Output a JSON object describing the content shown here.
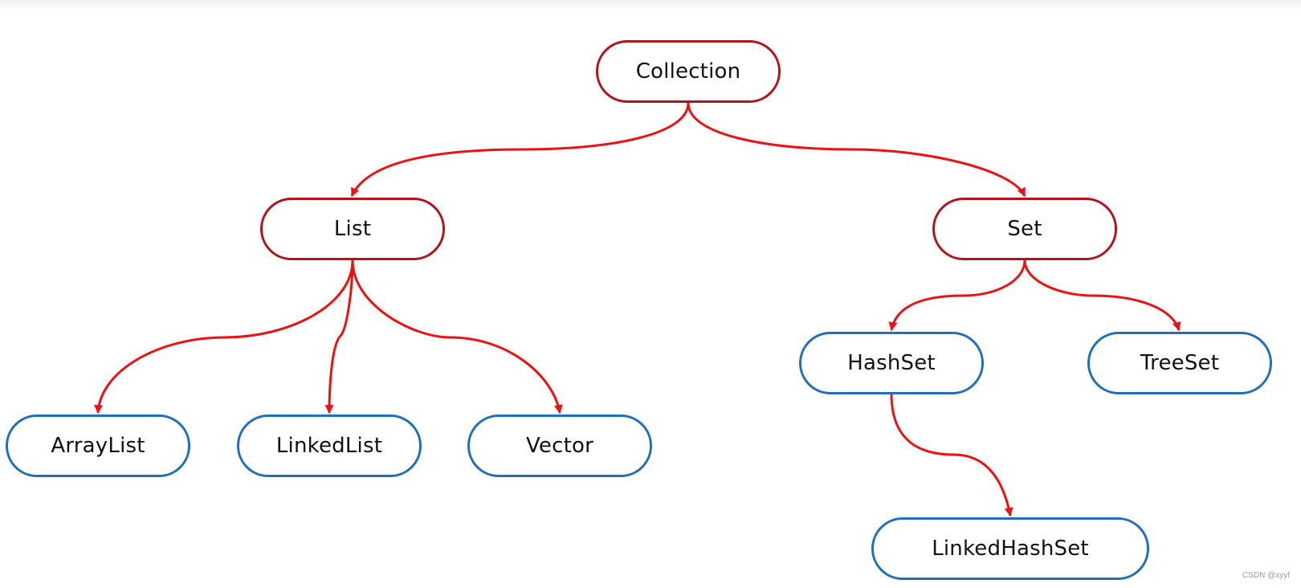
{
  "diagram": {
    "root": "Collection",
    "nodes": [
      {
        "id": "collection",
        "label": "Collection",
        "kind": "interface"
      },
      {
        "id": "list",
        "label": "List",
        "kind": "interface"
      },
      {
        "id": "set",
        "label": "Set",
        "kind": "interface"
      },
      {
        "id": "arraylist",
        "label": "ArrayList",
        "kind": "implementation"
      },
      {
        "id": "linkedlist",
        "label": "LinkedList",
        "kind": "implementation"
      },
      {
        "id": "vector",
        "label": "Vector",
        "kind": "implementation"
      },
      {
        "id": "hashset",
        "label": "HashSet",
        "kind": "implementation"
      },
      {
        "id": "treeset",
        "label": "TreeSet",
        "kind": "implementation"
      },
      {
        "id": "linkedhashset",
        "label": "LinkedHashSet",
        "kind": "implementation"
      }
    ],
    "edges": [
      {
        "from": "collection",
        "to": "list"
      },
      {
        "from": "collection",
        "to": "set"
      },
      {
        "from": "list",
        "to": "arraylist"
      },
      {
        "from": "list",
        "to": "linkedlist"
      },
      {
        "from": "list",
        "to": "vector"
      },
      {
        "from": "set",
        "to": "hashset"
      },
      {
        "from": "set",
        "to": "treeset"
      },
      {
        "from": "hashset",
        "to": "linkedhashset"
      }
    ]
  },
  "colors": {
    "interface_border": "#b3141c",
    "implementation_border": "#1f6fba",
    "arrow": "#ee1111"
  },
  "watermark": "CSDN @xyyf"
}
